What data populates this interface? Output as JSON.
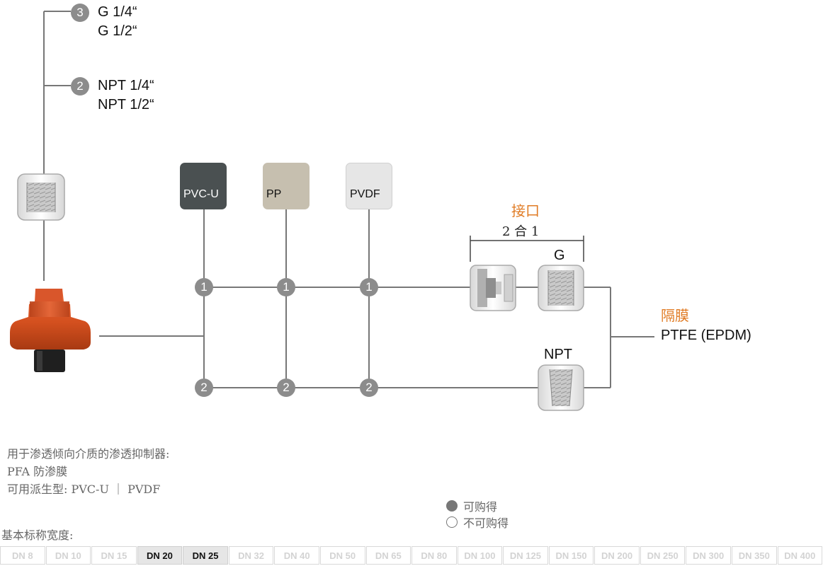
{
  "connection_options": [
    {
      "number": "3",
      "lines": [
        "G 1/4“",
        "G 1/2“"
      ]
    },
    {
      "number": "2",
      "lines": [
        "NPT 1/4“",
        "NPT 1/2“"
      ]
    }
  ],
  "materials": [
    {
      "label": "PVC-U",
      "color": "#4a5051",
      "text_color": "#ffffff"
    },
    {
      "label": "PP",
      "color": "#c6bfaf",
      "text_color": "#111111"
    },
    {
      "label": "PVDF",
      "color": "#e6e6e6",
      "text_color": "#111111"
    }
  ],
  "node_labels": {
    "top": "1",
    "bottom": "2"
  },
  "interface": {
    "title": "接口",
    "bracket_text": "2 合 1",
    "g_label": "G",
    "npt_label": "NPT"
  },
  "diaphragm": {
    "title": "隔膜",
    "value": "PTFE (EPDM)"
  },
  "notes": {
    "line1": "用于渗透倾向介质的渗透抑制器:",
    "line2": "PFA 防渗膜",
    "line3": "可用派生型: PVC-U ｜ PVDF"
  },
  "legend": {
    "available": "可购得",
    "unavailable": "不可购得"
  },
  "nominal_width": {
    "title": "基本标称宽度:",
    "sizes": [
      "DN 8",
      "DN 10",
      "DN 15",
      "DN 20",
      "DN 25",
      "DN 32",
      "DN 40",
      "DN 50",
      "DN 65",
      "DN 80",
      "DN 100",
      "DN 125",
      "DN 150",
      "DN 200",
      "DN 250",
      "DN 300",
      "DN 350",
      "DN 400"
    ],
    "available": [
      "DN 20",
      "DN 25"
    ]
  },
  "colors": {
    "accent": "#e07b24",
    "line": "#777777",
    "node": "#8c8c8c",
    "body": "#d9562b"
  }
}
